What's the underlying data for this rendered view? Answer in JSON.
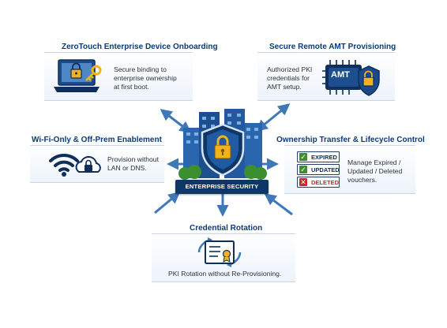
{
  "center": {
    "label": "ENTERPRISE SECURITY",
    "icon": "building-shield-lock-icon"
  },
  "nodes": {
    "onboarding": {
      "title": "ZeroTouch Enterprise Device Onboarding",
      "desc": [
        "Secure binding to",
        "enterprise ownership",
        "at first boot."
      ],
      "icon": "laptop-lock-key-icon"
    },
    "amt": {
      "title": "Secure Remote AMT Provisioning",
      "desc": [
        "Authorized PKI",
        "credentials for",
        "AMT setup."
      ],
      "chip_label": "AMT",
      "icon": "amt-chip-shield-icon"
    },
    "wifi": {
      "title": "Wi-Fi-Only & Off-Prem Enablement",
      "desc": [
        "Provision without",
        "LAN or DNS."
      ],
      "icon": "wifi-cloud-lock-icon"
    },
    "ownership": {
      "title": "Ownership Transfer & Lifecycle Control",
      "tags": [
        "EXPIRED",
        "UPDATED",
        "DELETED"
      ],
      "desc": [
        "Manage Expired /",
        "Updated / Deleted",
        "vouchers."
      ],
      "icon": "voucher-status-list-icon"
    },
    "rotation": {
      "title": "Credential Rotation",
      "desc": "PKI Rotation without Re-Provisioning.",
      "icon": "certificate-rotation-icon"
    }
  },
  "colors": {
    "navy": "#0c3a78",
    "arrow": "#3d78b8",
    "gold": "#f2b21b",
    "green": "#3c8f2f",
    "red": "#c7282b"
  }
}
